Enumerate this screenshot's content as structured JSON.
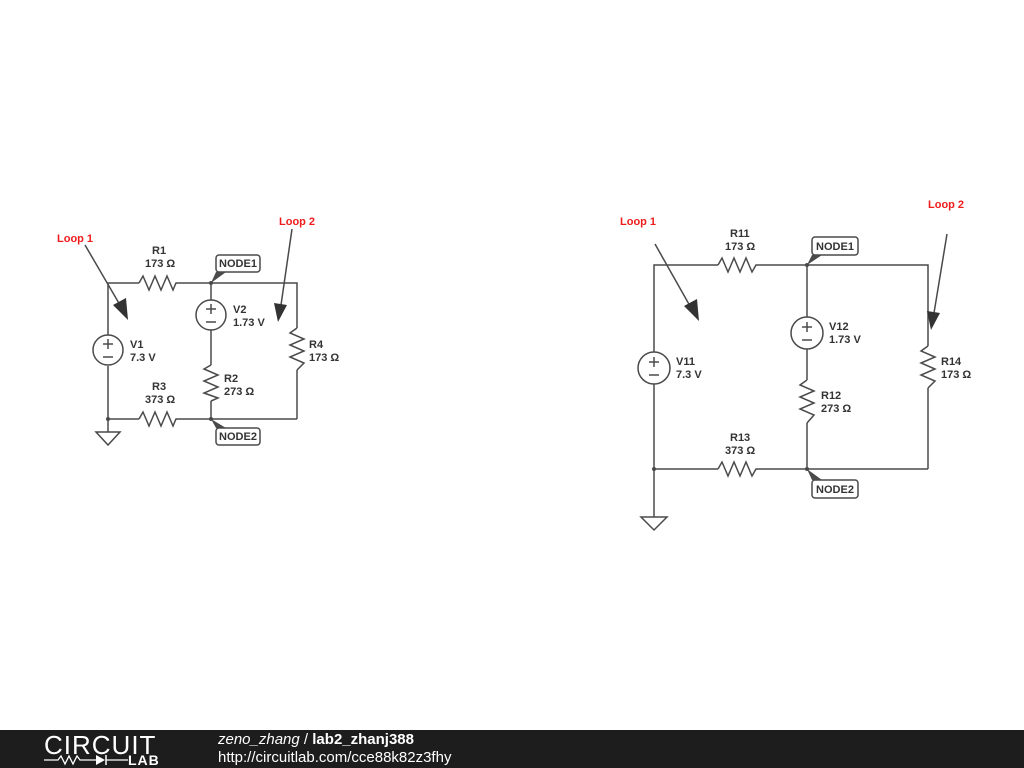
{
  "left_circuit": {
    "loop1": "Loop 1",
    "loop2": "Loop 2",
    "r1": {
      "name": "R1",
      "value": "173 Ω"
    },
    "r2": {
      "name": "R2",
      "value": "273 Ω"
    },
    "r3": {
      "name": "R3",
      "value": "373 Ω"
    },
    "r4": {
      "name": "R4",
      "value": "173 Ω"
    },
    "v1": {
      "name": "V1",
      "value": "7.3 V"
    },
    "v2": {
      "name": "V2",
      "value": "1.73 V"
    },
    "node1": "NODE1",
    "node2": "NODE2"
  },
  "right_circuit": {
    "loop1": "Loop 1",
    "loop2": "Loop 2",
    "r11": {
      "name": "R11",
      "value": "173 Ω"
    },
    "r12": {
      "name": "R12",
      "value": "273 Ω"
    },
    "r13": {
      "name": "R13",
      "value": "373 Ω"
    },
    "r14": {
      "name": "R14",
      "value": "173 Ω"
    },
    "v11": {
      "name": "V11",
      "value": "7.3 V"
    },
    "v12": {
      "name": "V12",
      "value": "1.73 V"
    },
    "node1": "NODE1",
    "node2": "NODE2"
  },
  "footer": {
    "logo_top": "CIRCUIT",
    "logo_bottom": "LAB",
    "user": "zeno_zhang",
    "separator": " / ",
    "design": "lab2_zhanj388",
    "url": "http://circuitlab.com/cce88k82z3fhy"
  },
  "colors": {
    "wire": "#4a4a4a",
    "loop_label": "#ee1c1c",
    "footer_bg": "#1d1d1d"
  }
}
